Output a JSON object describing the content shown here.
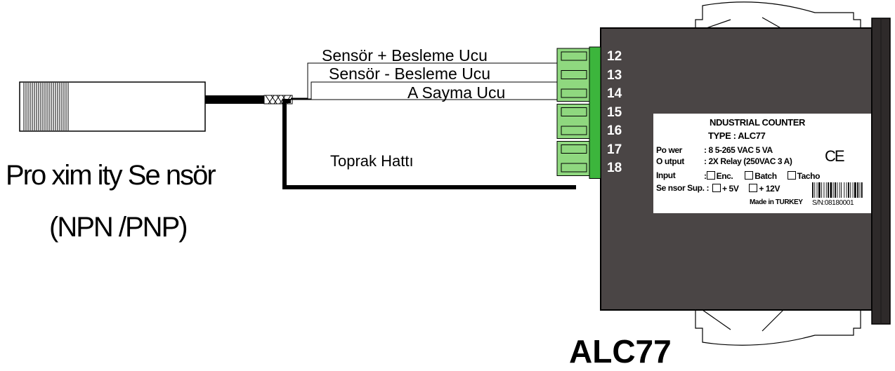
{
  "wires": {
    "plus": "Sensör + Besleme Ucu",
    "minus": "Sensör - Besleme Ucu",
    "signal": "A Sayma Ucu",
    "ground": "Toprak Hattı"
  },
  "sensor": {
    "line1": "Pro xim ity Se nsör",
    "line2": "(NPN /PNP)"
  },
  "terminals": [
    "12",
    "13",
    "14",
    "15",
    "16",
    "17",
    "18"
  ],
  "device_label": {
    "title1": "NDUSTRIAL COUNTER",
    "title2": "TYPE : ALC77",
    "power_key": "Po wer",
    "power_val": ": 8 5-265 VAC  5 VA",
    "output_key": "O utput",
    "output_val": ": 2X Relay (250VAC 3 A)",
    "input_key": "Input",
    "input_sep": ":",
    "input_opts": [
      "Enc.",
      "Batch",
      "Tacho"
    ],
    "sup_key": "Se nsor Sup. :",
    "sup_opts": [
      "+ 5V",
      "+ 12V"
    ],
    "made": "Made in TURKEY",
    "serial": "S/N:08180001",
    "ce": "CE"
  },
  "model": "ALC77",
  "colors": {
    "device_body": "#4a4545",
    "terminal_green": "#3cb53c",
    "terminal_light": "#8fd87f",
    "cable": "#000000"
  }
}
